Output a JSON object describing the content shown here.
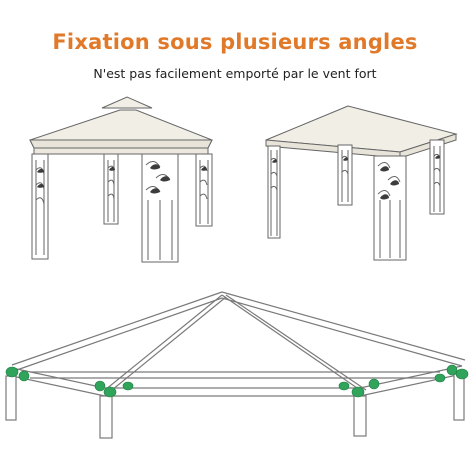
{
  "header": {
    "title": "Fixation sous plusieurs angles",
    "subtitle": "N'est pas facilement emporté par le vent fort"
  },
  "colors": {
    "title": "#e07a2a",
    "canopy": "#f1eee6",
    "frame": "#555555",
    "pole": "#e2e2e2",
    "connector": "#2fa45a"
  },
  "illustrations": [
    {
      "name": "gazebo-front-view"
    },
    {
      "name": "gazebo-angled-view"
    },
    {
      "name": "frame-with-connectors"
    }
  ]
}
